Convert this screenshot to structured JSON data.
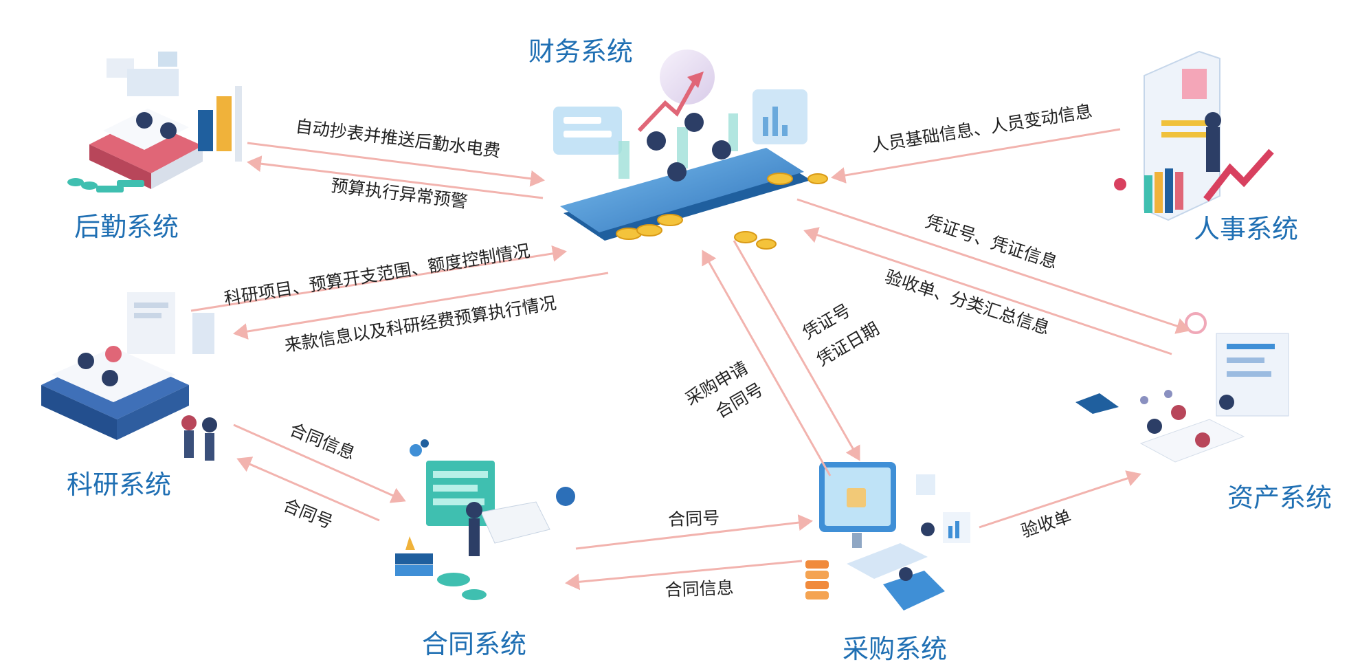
{
  "colors": {
    "title": "#1f6fb3",
    "arrow": "#f2b3ae",
    "flow_text": "#222222",
    "device_blue": "#3f8fd6",
    "device_dark": "#1f5f9e",
    "coin": "#f4c33b",
    "accent_red": "#e06677",
    "accent_pink": "#f0a8b8",
    "shadow": "#eef1f6"
  },
  "systems": {
    "finance": "财务系统",
    "logistics": "后勤系统",
    "hr": "人事系统",
    "research": "科研系统",
    "contract": "合同系统",
    "procurement": "采购系统",
    "asset": "资产系统"
  },
  "flows": {
    "logistics_to_finance": "自动抄表并推送后勤水电费",
    "finance_to_logistics": "预算执行异常预警",
    "hr_to_finance": "人员基础信息、人员变动信息",
    "research_to_finance": "科研项目、预算开支范围、额度控制情况",
    "finance_to_research": "来款信息以及科研经费预算执行情况",
    "finance_to_asset": "凭证号、凭证信息",
    "asset_to_finance": "验收单、分类汇总信息",
    "finance_to_procurement_1": "凭证号",
    "finance_to_procurement_2": "凭证日期",
    "procurement_to_finance_1": "采购申请",
    "procurement_to_finance_2": "合同号",
    "research_to_contract": "合同信息",
    "contract_to_research": "合同号",
    "contract_to_procurement": "合同号",
    "procurement_to_contract": "合同信息",
    "procurement_to_asset": "验收单"
  }
}
